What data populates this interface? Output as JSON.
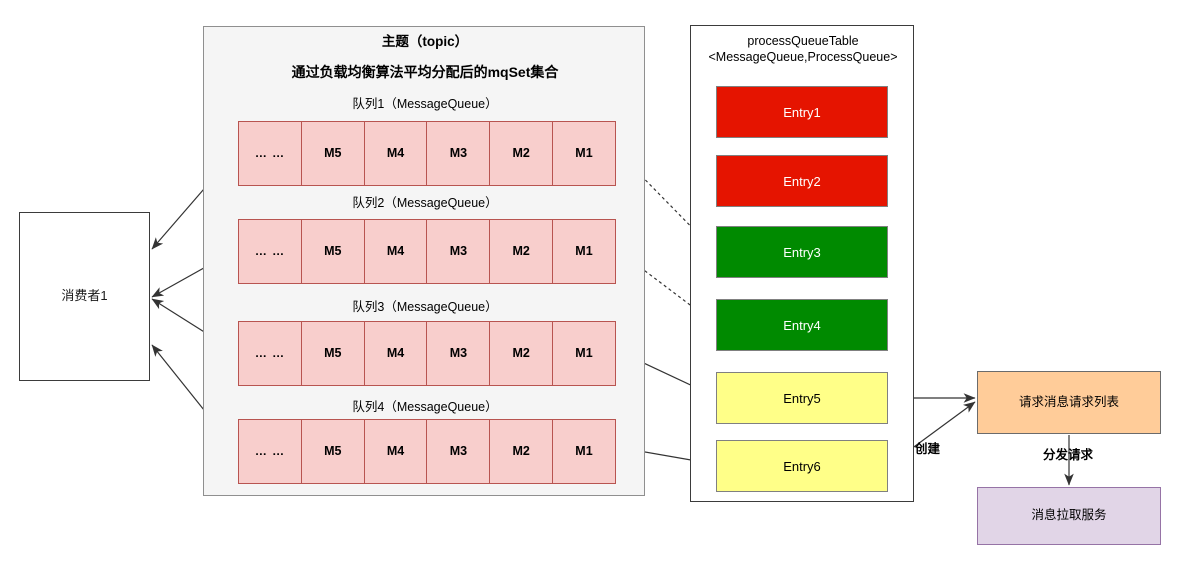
{
  "consumer": {
    "label": "消费者1"
  },
  "topic": {
    "title": "主题（topic）",
    "subtitle": "通过负载均衡算法平均分配后的mqSet集合",
    "queues": [
      {
        "label": "队列1（MessageQueue）",
        "cells": [
          "… …",
          "M5",
          "M4",
          "M3",
          "M2",
          "M1"
        ]
      },
      {
        "label": "队列2（MessageQueue）",
        "cells": [
          "… …",
          "M5",
          "M4",
          "M3",
          "M2",
          "M1"
        ]
      },
      {
        "label": "队列3（MessageQueue）",
        "cells": [
          "… …",
          "M5",
          "M4",
          "M3",
          "M2",
          "M1"
        ]
      },
      {
        "label": "队列4（MessageQueue）",
        "cells": [
          "… …",
          "M5",
          "M4",
          "M3",
          "M2",
          "M1"
        ]
      }
    ]
  },
  "process_queue_table": {
    "title_line1": "processQueueTable",
    "title_line2": "<MessageQueue,ProcessQueue>",
    "entries": [
      {
        "label": "Entry1",
        "color": "#e51400",
        "state": "red"
      },
      {
        "label": "Entry2",
        "color": "#e51400",
        "state": "red"
      },
      {
        "label": "Entry3",
        "color": "#008a00",
        "state": "green"
      },
      {
        "label": "Entry4",
        "color": "#008a00",
        "state": "green"
      },
      {
        "label": "Entry5",
        "color": "#ffff88",
        "state": "yellow"
      },
      {
        "label": "Entry6",
        "color": "#ffff88",
        "state": "yellow"
      }
    ]
  },
  "right_nodes": {
    "request_list": "请求消息请求列表",
    "pull_service": "消息拉取服务"
  },
  "edge_labels": {
    "create": "创建",
    "dispatch": "分发请求"
  },
  "colors": {
    "queue_cell_fill": "#f8cecc",
    "queue_cell_stroke": "#b85450",
    "topic_container_fill": "#f5f5f5",
    "request_list_fill": "#ffcc99",
    "pull_service_fill": "#e1d5e7",
    "entry_red": "#e51400",
    "entry_green": "#008a00",
    "entry_yellow": "#ffff88",
    "edge_stroke": "#404040"
  }
}
